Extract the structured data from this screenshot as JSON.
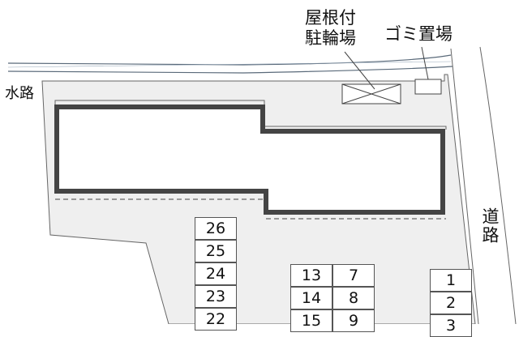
{
  "labels": {
    "roof_bike_line1": "屋根付",
    "roof_bike_line2": "駐輪場",
    "garbage": "ゴミ置場",
    "waterway": "水路",
    "road": "道路"
  },
  "parking": {
    "col_a": [
      "26",
      "25",
      "24",
      "23",
      "22"
    ],
    "col_b": [
      "13",
      "14",
      "15"
    ],
    "col_c": [
      "7",
      "8",
      "9"
    ],
    "col_d": [
      "1",
      "2",
      "3"
    ]
  },
  "colors": {
    "ground": "#efefef",
    "outline": "#555555",
    "building_wall": "#444444",
    "water_line": "#5a6a7a"
  }
}
